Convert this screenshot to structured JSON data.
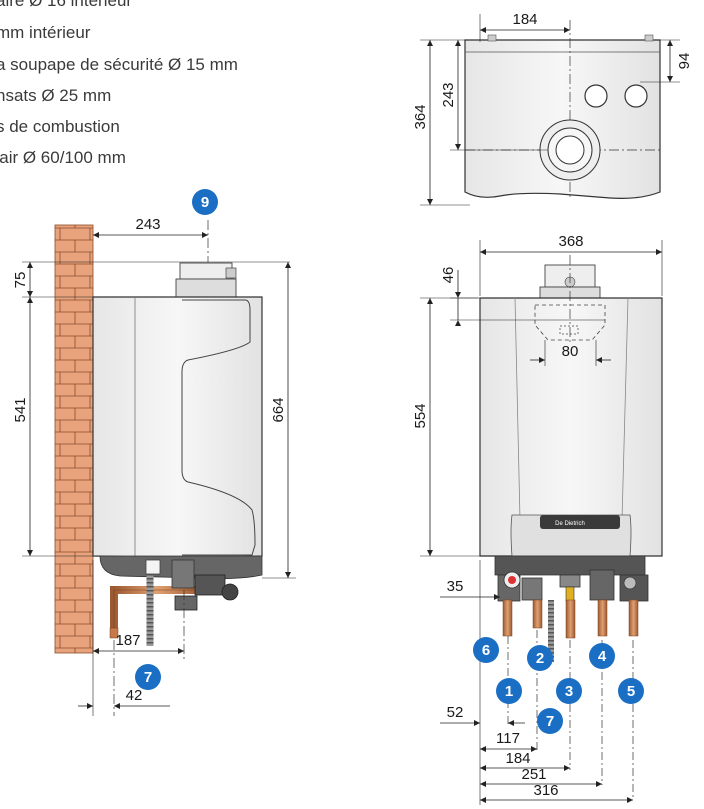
{
  "legend": [
    "aire Ø 16 intérieur",
    "mm intérieur",
    "a soupape de sécurité Ø 15 mm",
    "nsats Ø 25 mm",
    "s de combustion",
    "'air Ø 60/100 mm"
  ],
  "top_view": {
    "width": "184",
    "height": "364",
    "offset": "243",
    "depth": "94"
  },
  "side_view": {
    "top_offset": "243",
    "top_gap": "75",
    "body_height": "541",
    "total_height": "664",
    "pipe_offset": "187",
    "pipe_gap": "42"
  },
  "front_view": {
    "width": "368",
    "top_gap": "46",
    "bracket": "80",
    "height": "554",
    "left_offset": "35",
    "left_gap": "52",
    "x1": "117",
    "x2": "184",
    "x3": "251",
    "x4": "316"
  },
  "logo": "De Dietrich",
  "badges": {
    "b1": "1",
    "b2": "2",
    "b3": "3",
    "b4": "4",
    "b5": "5",
    "b6": "6",
    "b7a": "7",
    "b7b": "7",
    "b9": "9"
  },
  "colors": {
    "badge": "#1a6fc4",
    "brick": "#e8a37c",
    "body": "#f2f2f2",
    "copper": "#c8794a"
  }
}
